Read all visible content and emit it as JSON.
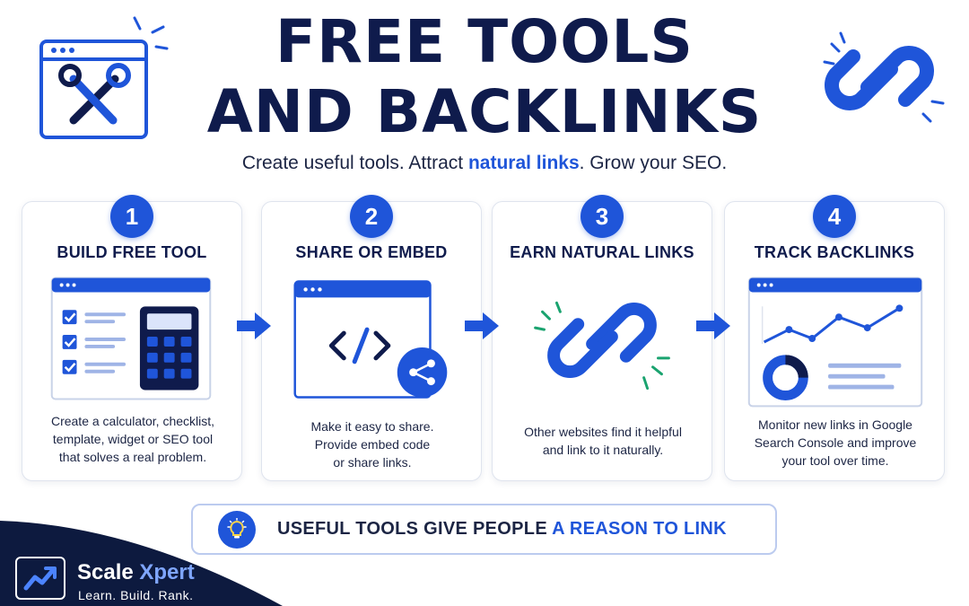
{
  "header": {
    "title_line1": "FREE TOOLS",
    "title_line2": "AND BACKLINKS",
    "subtitle_before": "Create useful tools. Attract ",
    "subtitle_highlight": "natural links",
    "subtitle_after": ". Grow your SEO."
  },
  "steps": [
    {
      "number": "1",
      "title": "BUILD FREE TOOL",
      "desc": [
        "Create a calculator, checklist,",
        "template, widget or SEO tool",
        "that solves a real problem."
      ],
      "icon": "tool-window-icon"
    },
    {
      "number": "2",
      "title": "SHARE OR EMBED",
      "desc": [
        "Make it easy to share.",
        "Provide embed code",
        "or share links."
      ],
      "icon": "code-window-icon"
    },
    {
      "number": "3",
      "title": "EARN NATURAL LINKS",
      "desc": [
        "Other websites find it helpful",
        "and link to it naturally."
      ],
      "icon": "chain-link-icon"
    },
    {
      "number": "4",
      "title": "TRACK BACKLINKS",
      "desc": [
        "Monitor new links in Google",
        "Search Console and improve",
        "your tool over time."
      ],
      "icon": "analytics-dashboard-icon"
    }
  ],
  "banner": {
    "text_before": "USEFUL TOOLS GIVE PEOPLE ",
    "text_highlight": "A REASON TO LINK",
    "icon": "lightbulb-icon"
  },
  "brand": {
    "name_part1": "Scale ",
    "name_part2": "Xpert",
    "tagline": "Learn. Build. Rank."
  },
  "colors": {
    "accent": "#1f55d9",
    "navy": "#0f1b4c",
    "green_accent": "#1aa36f"
  }
}
